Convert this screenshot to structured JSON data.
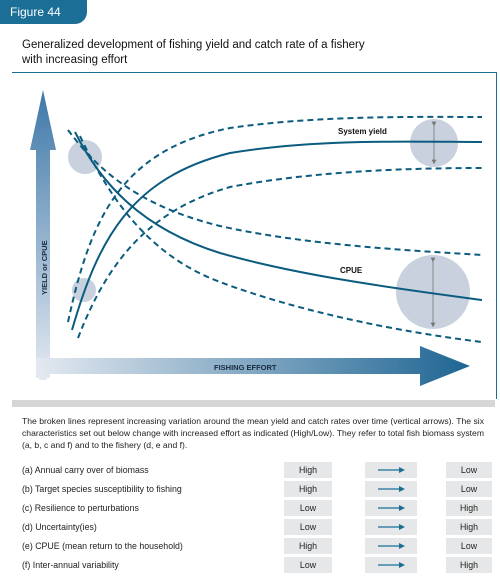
{
  "figure_label": "Figure 44",
  "title_line1": "Generalized development of fishing yield and catch rate of a fishery",
  "title_line2": "with increasing effort",
  "description": "The broken lines represent increasing variation around the mean yield and catch rates over time (vertical arrows). The six characteristics set out below change with increased effort as indicated (High/Low). They refer to total fish biomass system (a, b, c and f) and to the fishery (d, e and f).",
  "colors": {
    "accent": "#1b6f96",
    "curve": "#0b5c7f",
    "circle": "#c9d1de"
  },
  "chart_data": {
    "type": "line",
    "xlabel": "FISHING EFFORT",
    "ylabel": "YIELD or CPUE",
    "series": [
      {
        "name": "System yield",
        "trend": "increasing",
        "variation": "increasing"
      },
      {
        "name": "CPUE",
        "trend": "decreasing",
        "variation": "increasing"
      }
    ]
  },
  "table": {
    "rows": [
      {
        "label": "(a)  Annual carry over of biomass",
        "from": "High",
        "to": "Low"
      },
      {
        "label": "(b)  Target species susceptibility to fishing",
        "from": "High",
        "to": "Low"
      },
      {
        "label": "(c)  Resilience to perturbations",
        "from": "Low",
        "to": "High"
      },
      {
        "label": "(d)  Uncertainty(ies)",
        "from": "Low",
        "to": "High"
      },
      {
        "label": "(e)  CPUE (mean return to the household)",
        "from": "High",
        "to": "Low"
      },
      {
        "label": "(f)  Inter-annual variability",
        "from": "Low",
        "to": "High"
      }
    ]
  }
}
